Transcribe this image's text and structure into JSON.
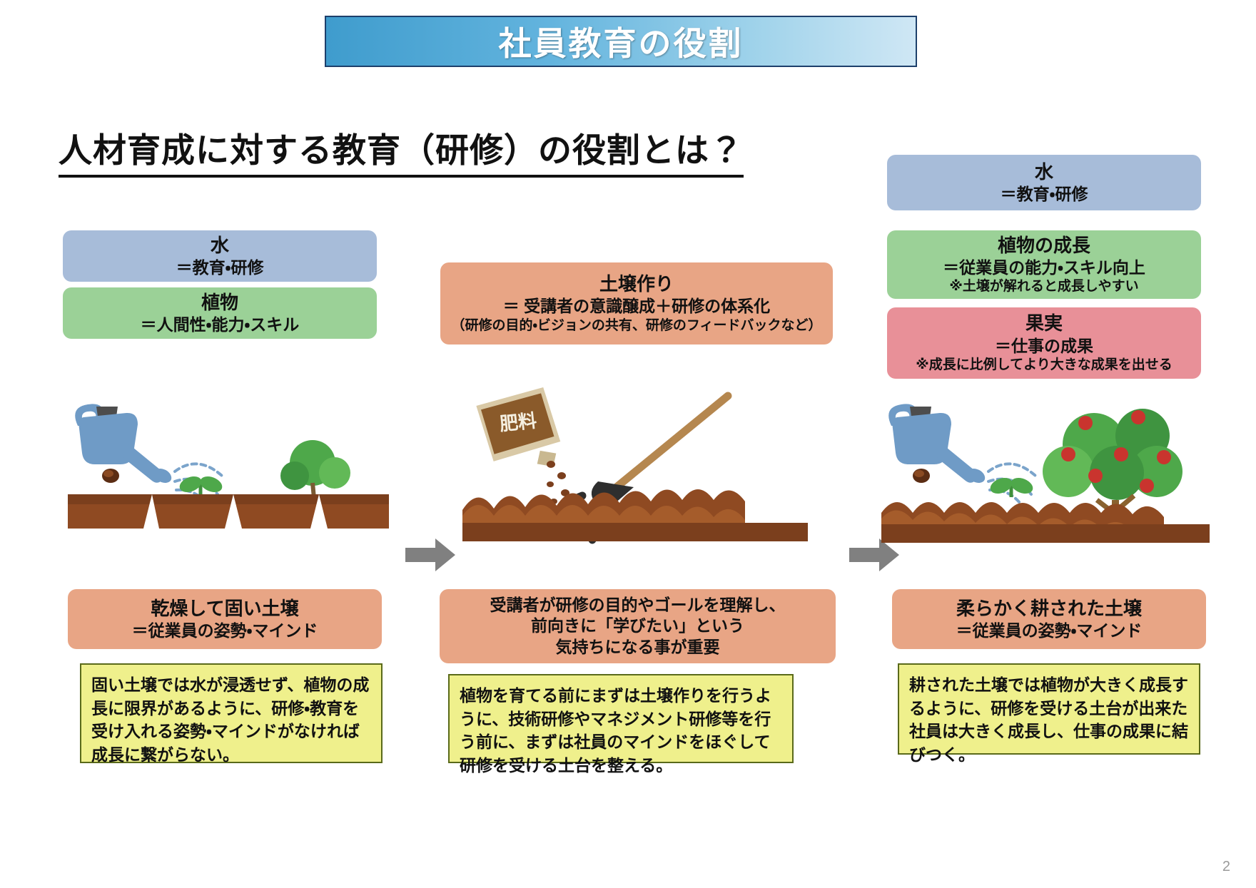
{
  "slide": {
    "title": "社員教育の役割",
    "heading": "人材育成に対する教育（研修）の役割とは？",
    "page_number": "2"
  },
  "colors": {
    "banner_start": "#3f9ccd",
    "banner_end": "#cfe7f5",
    "banner_border": "#1d3f6b",
    "blue_box": "#a7bcd9",
    "green_box": "#9bd197",
    "pink_box": "#e89098",
    "orange_box": "#e8a585",
    "note_box": "#eff08c",
    "note_border": "#5a6a1a",
    "soil_dark": "#7b3f1d",
    "soil_mid": "#8f4a22",
    "soil_light": "#a55c2b",
    "leaf_green": "#4ea84a",
    "can_blue": "#6f9bc6",
    "fruit_red": "#c9342e",
    "arrow_gray": "#808080"
  },
  "left_column": {
    "water_box": {
      "line1": "水",
      "line2": "＝教育・研修"
    },
    "plant_box": {
      "line1": "植物",
      "line2": "＝人間性・能力・スキル"
    },
    "soil_box": {
      "line1": "乾燥して固い土壌",
      "line2": "＝従業員の姿勢・マインド"
    },
    "note": "固い土壌では水が浸透せず、植物の成長に限界があるように、研修・教育を受け入れる姿勢・マインドがなければ成長に繋がらない。"
  },
  "middle_column": {
    "top_box": {
      "line1": "土壌作り",
      "line2": "＝ 受講者の意識醸成＋研修の体系化",
      "line3": "（研修の目的・ビジョンの共有、研修のフィードバックなど）"
    },
    "soil_box": {
      "line1": "受講者が研修の目的やゴールを理解し、",
      "line2": "前向きに「学びたい」という",
      "line3": "気持ちになる事が重要"
    },
    "note": "植物を育てる前にまずは土壌作りを行うように、技術研修やマネジメント研修等を行う前に、まずは社員のマインドをほぐして研修を受ける土台を整える。",
    "fertilizer_label": "肥料"
  },
  "right_column": {
    "water_box": {
      "line1": "水",
      "line2": "＝教育・研修"
    },
    "growth_box": {
      "line1": "植物の成長",
      "line2": "＝従業員の能力・スキル向上",
      "line3": "※土壌が解れると成長しやすい"
    },
    "fruit_box": {
      "line1": "果実",
      "line2": "＝仕事の成果",
      "line3": "※成長に比例してより大きな成果を出せる"
    },
    "soil_box": {
      "line1": "柔らかく耕された土壌",
      "line2": "＝従業員の姿勢・マインド"
    },
    "note": "耕された土壌では植物が大きく成長するように、研修を受ける土台が出来た社員は大きく成長し、仕事の成果に結びつく。"
  },
  "icons": {
    "watering_can": "watering-can-icon",
    "fertilizer_bag": "fertilizer-bag-icon",
    "rake": "rake-icon",
    "seed": "seed-icon",
    "sprout": "sprout-icon",
    "tree": "tree-icon",
    "fruit_tree": "fruit-tree-icon",
    "arrow": "right-arrow-icon"
  }
}
